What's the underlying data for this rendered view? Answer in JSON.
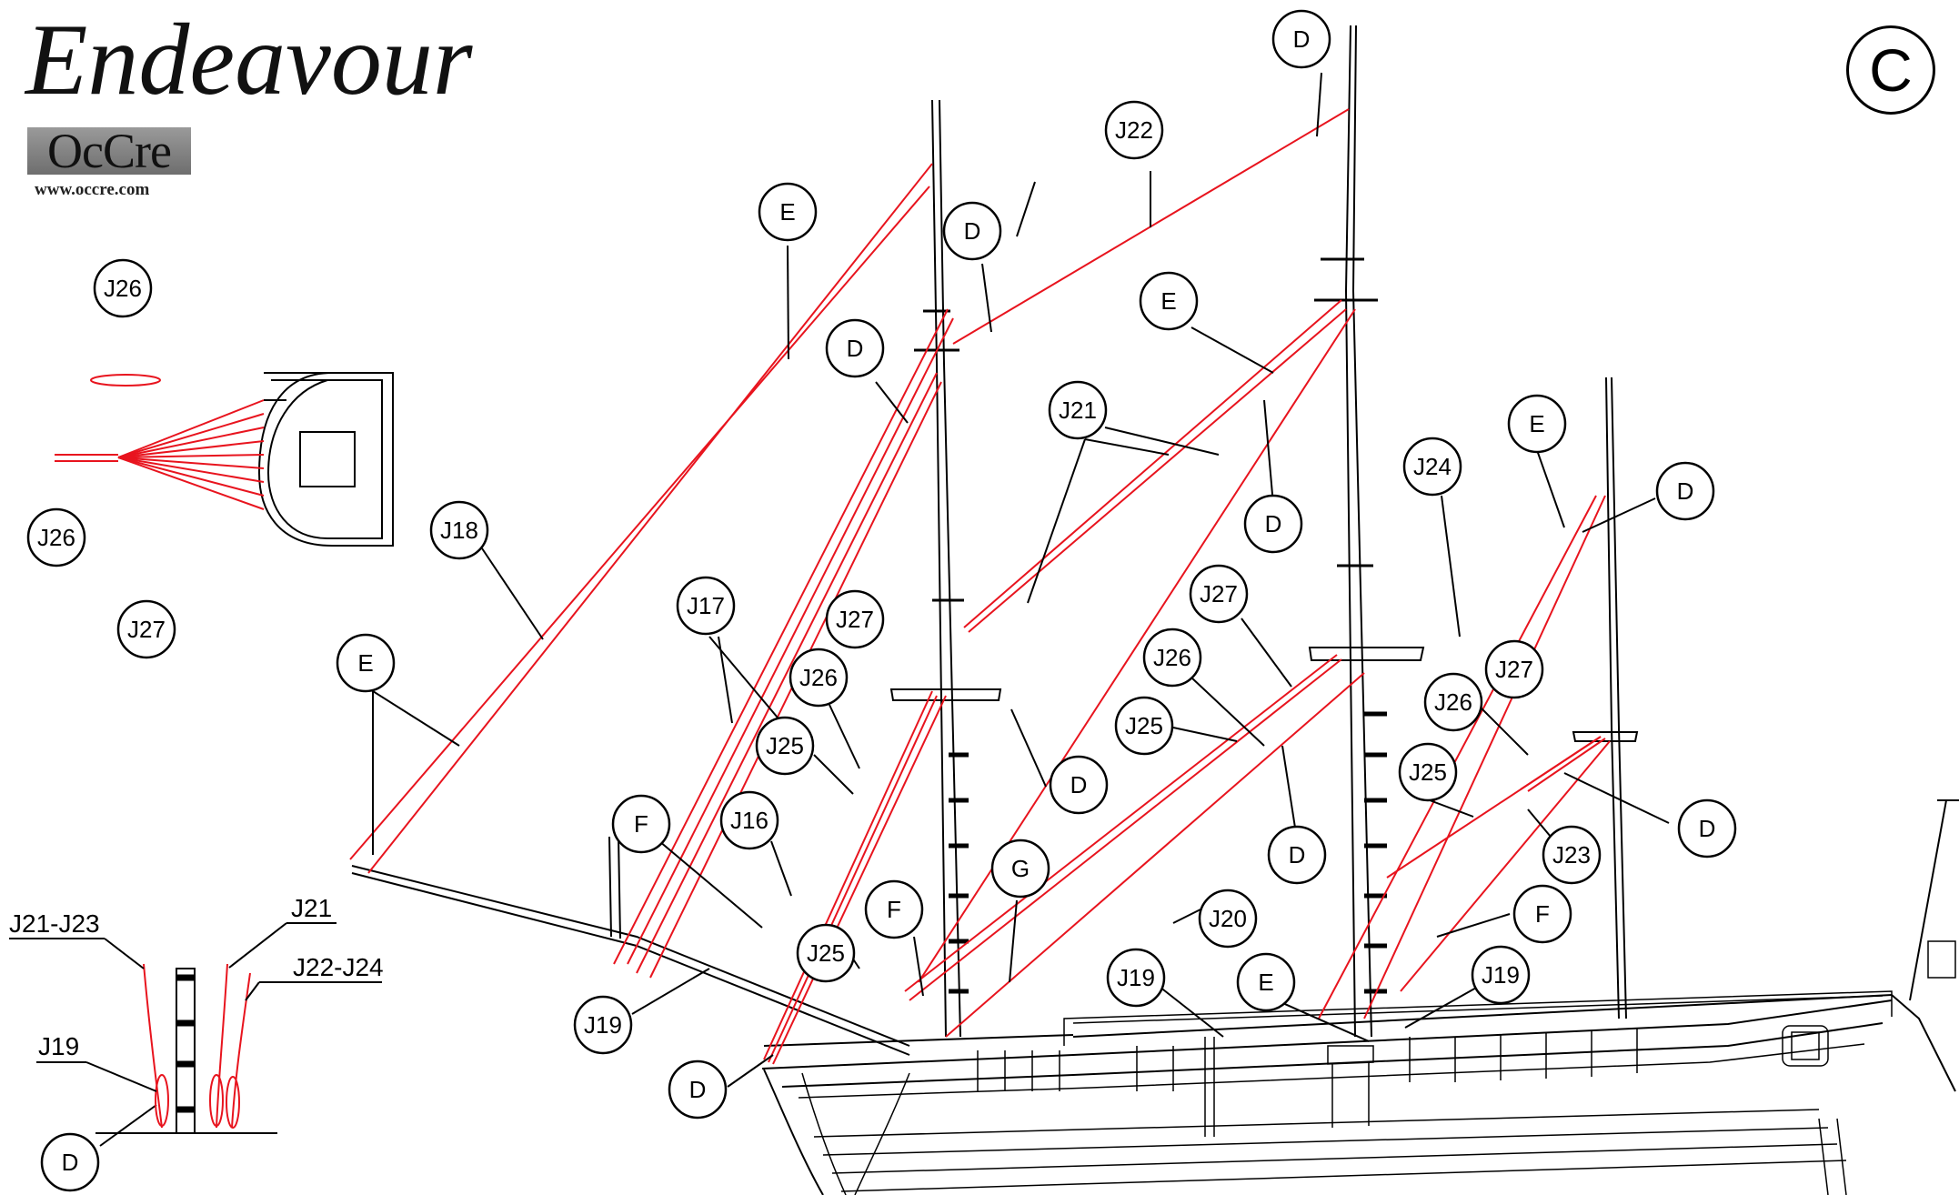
{
  "header": {
    "title": "Endeavour",
    "logo_text": "OcCre",
    "logo_url": "www.occre.com",
    "sheet_label": "C"
  },
  "callouts": [
    {
      "id": "J26"
    },
    {
      "id": "J26"
    },
    {
      "id": "J27"
    },
    {
      "id": "D"
    },
    {
      "id": "J22"
    },
    {
      "id": "E"
    },
    {
      "id": "D"
    },
    {
      "id": "D"
    },
    {
      "id": "E"
    },
    {
      "id": "J21"
    },
    {
      "id": "D"
    },
    {
      "id": "E"
    },
    {
      "id": "J24"
    },
    {
      "id": "D"
    },
    {
      "id": "J18"
    },
    {
      "id": "J17"
    },
    {
      "id": "J27"
    },
    {
      "id": "J27"
    },
    {
      "id": "E"
    },
    {
      "id": "J26"
    },
    {
      "id": "J26"
    },
    {
      "id": "J27"
    },
    {
      "id": "J25"
    },
    {
      "id": "J26"
    },
    {
      "id": "J25"
    },
    {
      "id": "D"
    },
    {
      "id": "J25"
    },
    {
      "id": "D"
    },
    {
      "id": "D"
    },
    {
      "id": "F"
    },
    {
      "id": "J16"
    },
    {
      "id": "G"
    },
    {
      "id": "J23"
    },
    {
      "id": "F"
    },
    {
      "id": "F"
    },
    {
      "id": "J20"
    },
    {
      "id": "J25"
    },
    {
      "id": "J19"
    },
    {
      "id": "E"
    },
    {
      "id": "J19"
    },
    {
      "id": "J19"
    },
    {
      "id": "D"
    },
    {
      "id": "D"
    }
  ],
  "detail_labels": {
    "j21_j23": "J21-J23",
    "j21": "J21",
    "j22_j24": "J22-J24",
    "j19": "J19"
  },
  "colors": {
    "rigging": "#e8141e",
    "ink": "#000000"
  }
}
